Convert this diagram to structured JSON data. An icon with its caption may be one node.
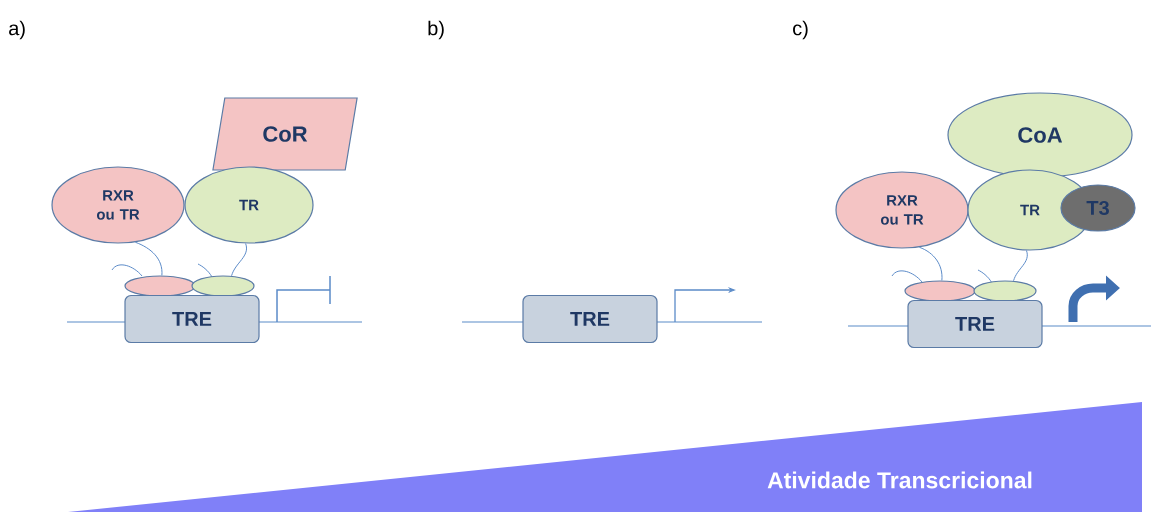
{
  "diagram": {
    "nodes": [
      {
        "text": [
          "CoR"
        ]
      },
      {
        "text": [
          "RXR ou TR"
        ]
      },
      {
        "text": [
          "TR"
        ]
      },
      {
        "text": [],
        "shape": "ellipse"
      },
      {
        "text": [],
        "shape": "ellipse"
      },
      {
        "text": [
          "TRE"
        ]
      },
      {
        "text": [
          "TRE"
        ]
      },
      {
        "text": [
          "CoA"
        ]
      },
      {
        "text": [
          "RXR ou TR"
        ]
      },
      {
        "text": [
          "TR"
        ]
      },
      {
        "text": [
          "T3"
        ]
      },
      {
        "text": [],
        "shape": "ellipse"
      },
      {
        "text": [],
        "shape": "ellipse"
      },
      {
        "text": [
          "TRE"
        ]
      },
      {
        "text": [
          "Atividade Transcricional"
        ]
      }
    ],
    "edges": [
      {
        "from": 1,
        "to": 3,
        "arrow": "none"
      },
      {
        "from": 2,
        "to": 4,
        "arrow": "none"
      },
      {
        "from": 8,
        "to": 11,
        "arrow": "none"
      },
      {
        "from": 9,
        "to": 12,
        "arrow": "none"
      }
    ],
    "labels": [
      "a)",
      "b)",
      "c)"
    ]
  }
}
